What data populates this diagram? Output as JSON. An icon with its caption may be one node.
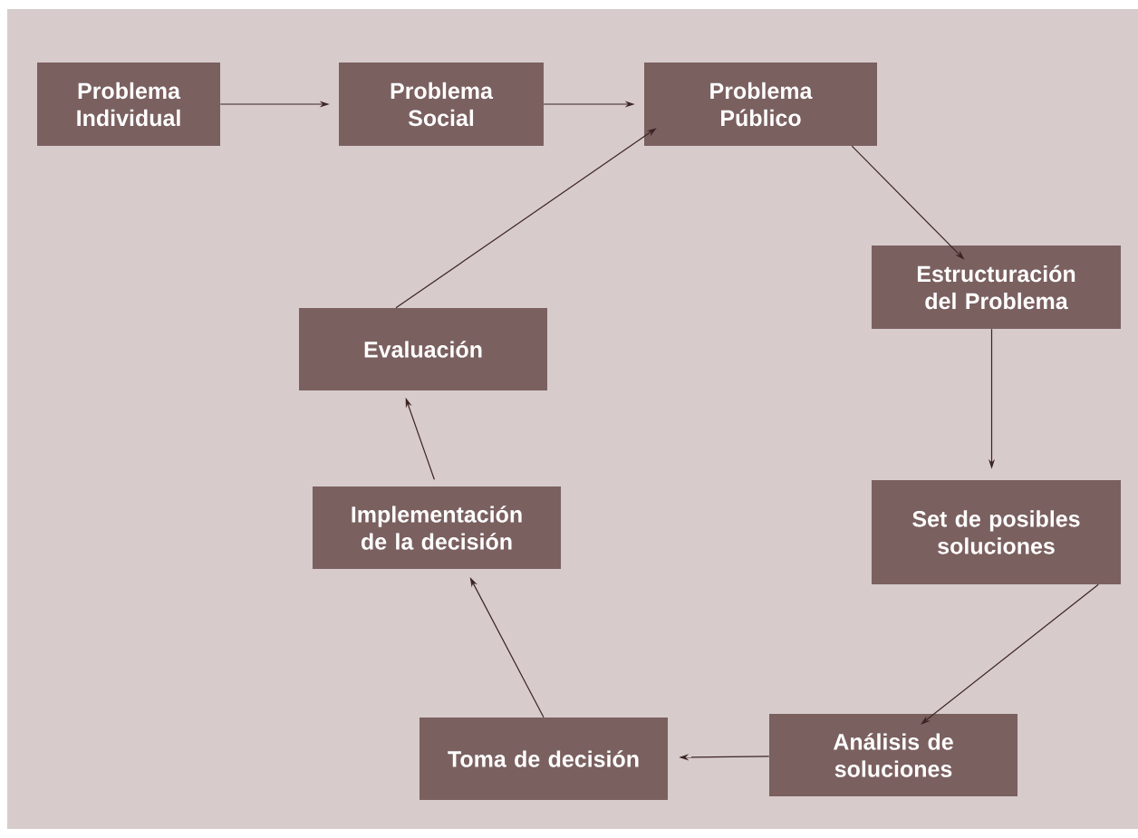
{
  "diagram": {
    "nodes": [
      {
        "text": [
          "Problema Individual"
        ]
      },
      {
        "text": [
          "Problema Social"
        ]
      },
      {
        "text": [
          "Problema Público"
        ]
      },
      {
        "text": [
          "Estructuración del Problema"
        ]
      },
      {
        "text": [
          "Set de posibles soluciones"
        ]
      },
      {
        "text": [
          "Análisis de soluciones"
        ]
      },
      {
        "text": [
          "Toma de decisión"
        ]
      },
      {
        "text": [
          "Implementación de la decisión"
        ]
      },
      {
        "text": [
          "Evaluación"
        ]
      }
    ],
    "edges": [
      {
        "from": 0,
        "to": 1,
        "arrow": "to"
      },
      {
        "from": 1,
        "to": 2,
        "arrow": "to"
      },
      {
        "from": 2,
        "to": 3,
        "arrow": "to"
      },
      {
        "from": 3,
        "to": 4,
        "arrow": "to"
      },
      {
        "from": 4,
        "to": 5,
        "arrow": "to"
      },
      {
        "from": 5,
        "to": 6,
        "arrow": "to"
      },
      {
        "from": 6,
        "to": 7,
        "arrow": "to"
      },
      {
        "from": 7,
        "to": 8,
        "arrow": "to"
      },
      {
        "from": 8,
        "to": 2,
        "arrow": "to"
      }
    ]
  }
}
